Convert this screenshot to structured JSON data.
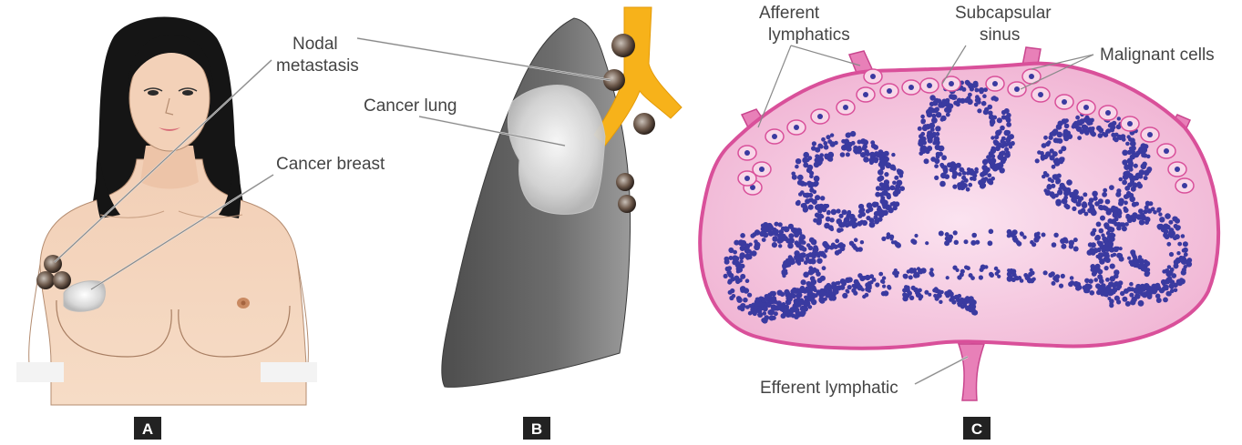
{
  "panels": {
    "a": {
      "letter": "A",
      "labels": {
        "nodal_metastasis_line1": "Nodal",
        "nodal_metastasis_line2": "metastasis",
        "cancer_breast": "Cancer breast"
      }
    },
    "b": {
      "letter": "B",
      "labels": {
        "cancer_lung": "Cancer lung"
      }
    },
    "c": {
      "letter": "C",
      "labels": {
        "afferent_line1": "Afferent",
        "afferent_line2": "lymphatics",
        "subcapsular_line1": "Subcapsular",
        "subcapsular_line2": "sinus",
        "malignant_cells": "Malignant cells",
        "efferent": "Efferent lymphatic"
      }
    }
  },
  "colors": {
    "skin": "#f2ceb4",
    "hair": "#141414",
    "lung": "#6a6a6a",
    "bronchus": "#f7b21a",
    "node_fill": "#f1b6d6",
    "node_capsule": "#d9509a",
    "lymphocytes": "#3a3aa0"
  }
}
